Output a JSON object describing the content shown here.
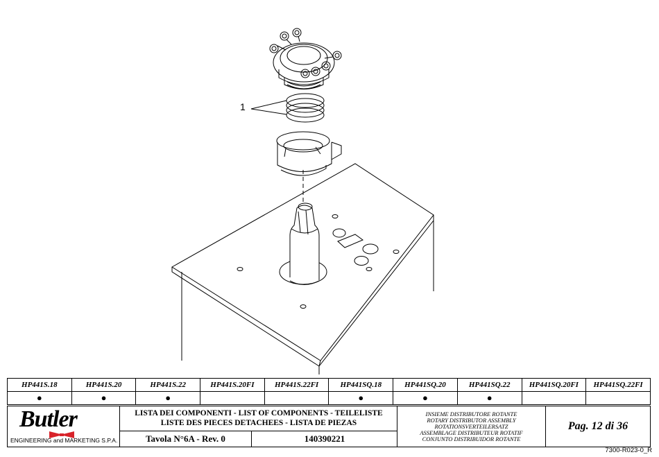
{
  "callout": {
    "label": "1"
  },
  "models": [
    "HP441S.18",
    "HP441S.20",
    "HP441S.22",
    "HP441S.20FI",
    "HP441S.22FI",
    "HP441SQ.18",
    "HP441SQ.20",
    "HP441SQ.22",
    "HP441SQ.20FI",
    "HP441SQ.22FI"
  ],
  "model_marks": [
    "●",
    "●",
    "●",
    "",
    "",
    "●",
    "●",
    "●",
    "",
    ""
  ],
  "logo": {
    "brand": "Butler",
    "subtitle": "ENGINEERING and MARKETING S.P.A."
  },
  "list_titles": {
    "line1": "LISTA DEI COMPONENTI - LIST OF COMPONENTS - TEILELISTE",
    "line2": "LISTE DES PIECES DETACHEES - LISTA DE PIEZAS"
  },
  "table_ref": "Tavola N°6A - Rev. 0",
  "part_code": "140390221",
  "assembly_names": [
    "INSIEME DISTRIBUTORE ROTANTE",
    "ROTARY DISTRIBUTOR ASSEMBLY",
    "ROTATIONSVERTEILERSATZ",
    "ASSEMBLAGE DISTRIBUTEUR ROTATIF",
    "CONJUNTO DISTRIBUIDOR ROTANTE"
  ],
  "page": "Pag. 12 di 36",
  "document_ref": "7300-R023-0_R",
  "colors": {
    "ink": "#000000",
    "bow_red": "#d8232a",
    "paper": "#ffffff"
  }
}
